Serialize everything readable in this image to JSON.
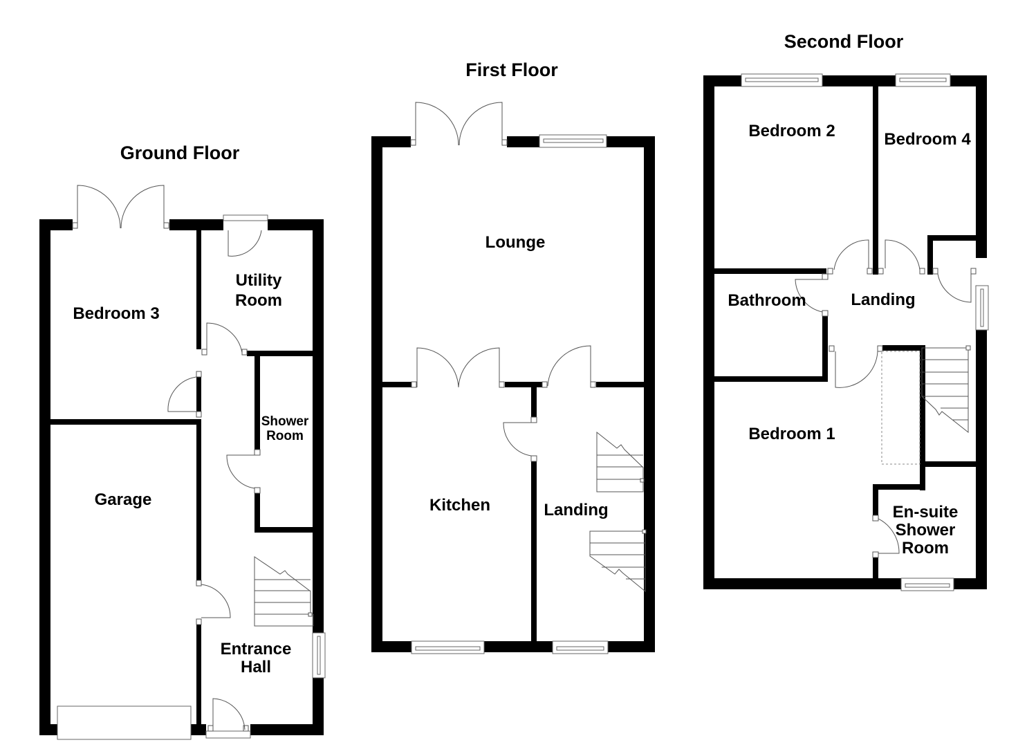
{
  "floors": [
    {
      "title": "Ground Floor",
      "rooms": [
        {
          "name": "Bedroom 3"
        },
        {
          "name_line1": "Utility",
          "name_line2": "Room"
        },
        {
          "name_line1": "Shower",
          "name_line2": "Room"
        },
        {
          "name": "Garage"
        },
        {
          "name_line1": "Entrance",
          "name_line2": "Hall"
        }
      ]
    },
    {
      "title": "First Floor",
      "rooms": [
        {
          "name": "Lounge"
        },
        {
          "name": "Kitchen"
        },
        {
          "name": "Landing"
        }
      ]
    },
    {
      "title": "Second Floor",
      "rooms": [
        {
          "name": "Bedroom 2"
        },
        {
          "name": "Bedroom 4"
        },
        {
          "name": "Bathroom"
        },
        {
          "name": "Landing"
        },
        {
          "name": "Bedroom 1"
        },
        {
          "name_line1": "En-suite",
          "name_line2": "Shower",
          "name_line3": "Room"
        }
      ]
    }
  ],
  "colors": {
    "wall": "#000000",
    "background": "#ffffff",
    "fixture_line": "#555555"
  }
}
